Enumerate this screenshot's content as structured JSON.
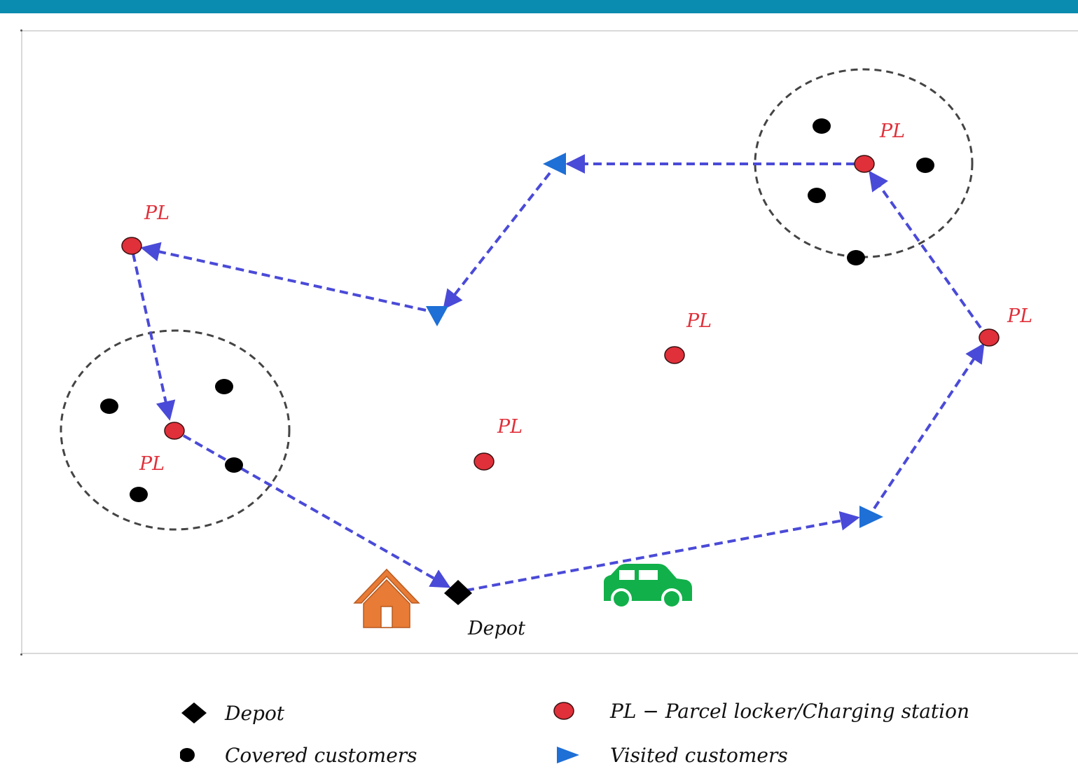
{
  "labels": {
    "pl": "PL",
    "depot": "Depot"
  },
  "legend": {
    "depot": "Depot",
    "pl": "PL − Parcel locker/Charging station",
    "covered": "Covered customers",
    "visited": "Visited customers"
  },
  "colors": {
    "top_bar": "#0a8bb0",
    "route": "#4a4ad8",
    "pl_fill": "#e0303a",
    "visited_marker": "#1e6fd6",
    "house": "#e87b35",
    "car": "#12b04a",
    "circle_border": "#444444"
  },
  "icons": {
    "house": "house-icon",
    "car": "car-icon"
  }
}
